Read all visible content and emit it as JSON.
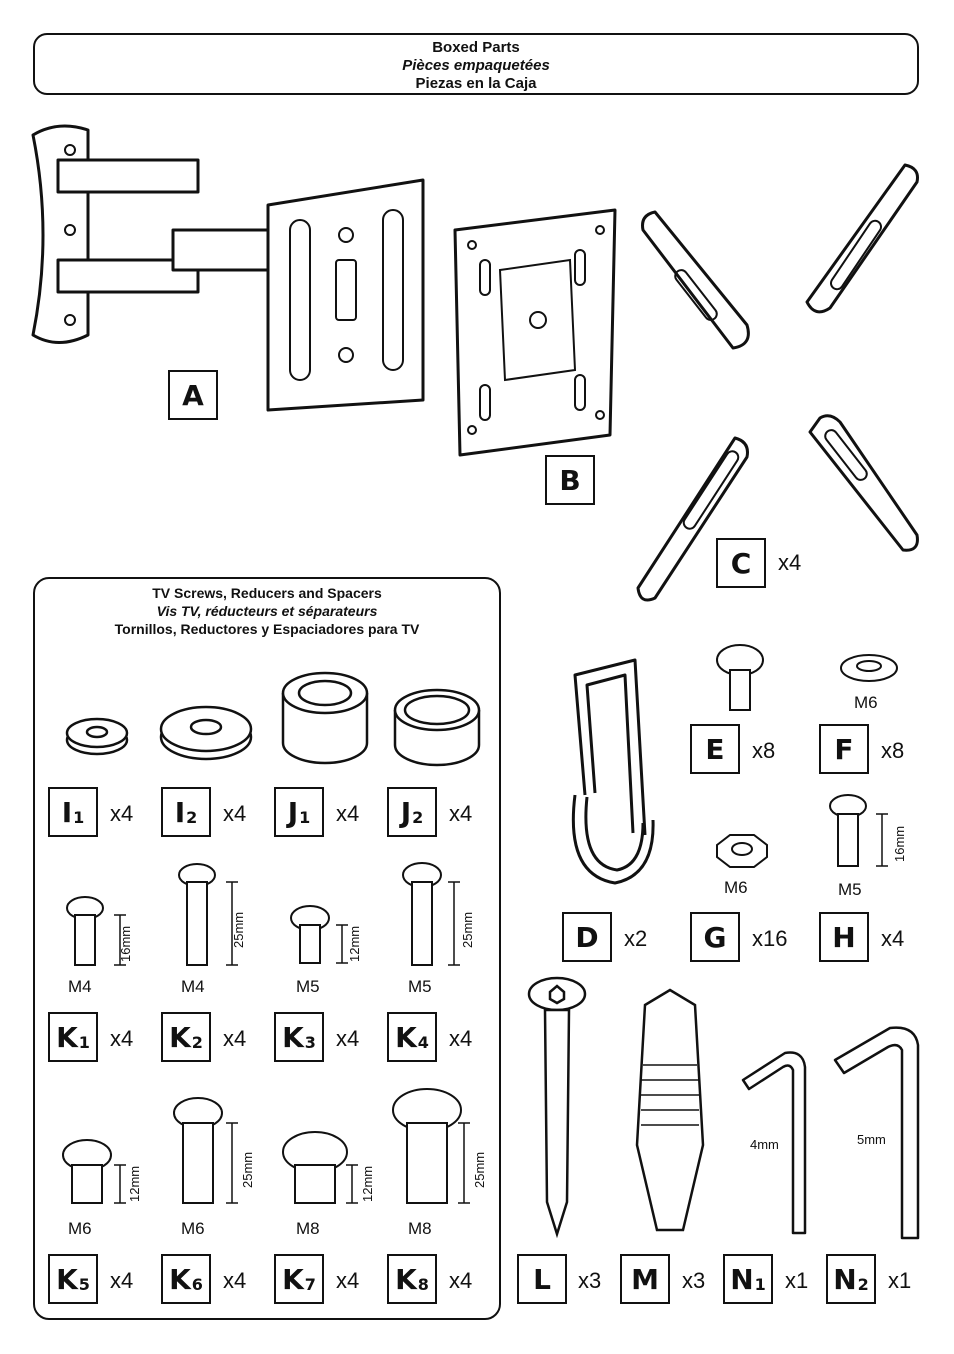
{
  "header": {
    "line1": "Boxed Parts",
    "line2": "Pièces empaquetées",
    "line3": "Piezas en la Caja"
  },
  "main_parts": [
    {
      "label": "A",
      "qty": ""
    },
    {
      "label": "B",
      "qty": ""
    },
    {
      "label": "C",
      "qty": "x4"
    }
  ],
  "panel": {
    "title1": "TV Screws, Reducers and Spacers",
    "title2": "Vis TV, réducteurs et séparateurs",
    "title3": "Tornillos, Reductores y Espaciadores para TV"
  },
  "tv_parts": {
    "spacers": [
      {
        "letter": "I",
        "sub": "1",
        "qty": "x4"
      },
      {
        "letter": "I",
        "sub": "2",
        "qty": "x4"
      },
      {
        "letter": "J",
        "sub": "1",
        "qty": "x4"
      },
      {
        "letter": "J",
        "sub": "2",
        "qty": "x4"
      }
    ],
    "screws_row1": [
      {
        "letter": "K",
        "sub": "1",
        "qty": "x4",
        "size": "M4",
        "length": "16mm"
      },
      {
        "letter": "K",
        "sub": "2",
        "qty": "x4",
        "size": "M4",
        "length": "25mm"
      },
      {
        "letter": "K",
        "sub": "3",
        "qty": "x4",
        "size": "M5",
        "length": "12mm"
      },
      {
        "letter": "K",
        "sub": "4",
        "qty": "x4",
        "size": "M5",
        "length": "25mm"
      }
    ],
    "screws_row2": [
      {
        "letter": "K",
        "sub": "5",
        "qty": "x4",
        "size": "M6",
        "length": "12mm"
      },
      {
        "letter": "K",
        "sub": "6",
        "qty": "x4",
        "size": "M6",
        "length": "25mm"
      },
      {
        "letter": "K",
        "sub": "7",
        "qty": "x4",
        "size": "M8",
        "length": "12mm"
      },
      {
        "letter": "K",
        "sub": "8",
        "qty": "x4",
        "size": "M8",
        "length": "25mm"
      }
    ]
  },
  "hardware": {
    "D": {
      "label": "D",
      "qty": "x2"
    },
    "E": {
      "label": "E",
      "qty": "x8"
    },
    "F": {
      "label": "F",
      "qty": "x8",
      "size": "M6"
    },
    "G": {
      "label": "G",
      "qty": "x16",
      "size": "M6"
    },
    "H": {
      "label": "H",
      "qty": "x4",
      "size": "M5",
      "length": "16mm"
    },
    "L": {
      "label": "L",
      "qty": "x3"
    },
    "M": {
      "label": "M",
      "qty": "x3"
    },
    "N1": {
      "letter": "N",
      "sub": "1",
      "qty": "x1",
      "key_size": "4mm"
    },
    "N2": {
      "letter": "N",
      "sub": "2",
      "qty": "x1",
      "key_size": "5mm"
    }
  }
}
